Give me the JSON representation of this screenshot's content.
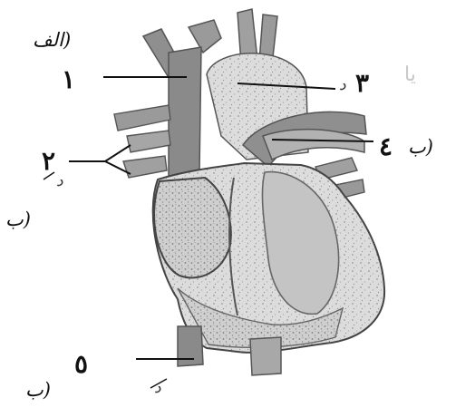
{
  "diagram": {
    "callouts": [
      {
        "id": "1",
        "number": "١",
        "letter": "(الف"
      },
      {
        "id": "2",
        "number": "٢",
        "letter": "(ب",
        "note": "د"
      },
      {
        "id": "3",
        "number": "٣",
        "letter": "د"
      },
      {
        "id": "4",
        "number": "٤",
        "letter": "(ب"
      },
      {
        "id": "5",
        "number": "٥",
        "letter": "(ب",
        "note": "د"
      }
    ],
    "faint_mark": "یا"
  }
}
